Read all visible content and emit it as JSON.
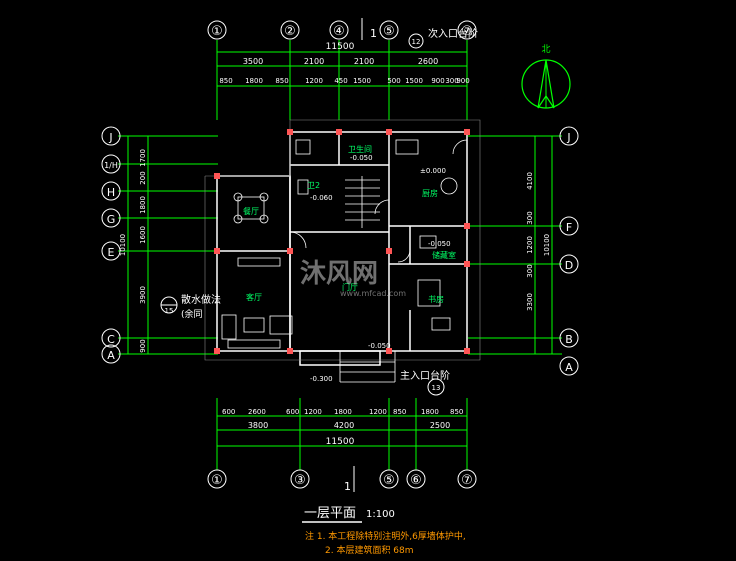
{
  "colors": {
    "background": "#000000",
    "dimension_line": "#00ff00",
    "axis_circle": "#ffffff",
    "wall": "#ffffff",
    "column": "#ff6666",
    "grid_line": "#ff3333",
    "room_text": "#00ff66",
    "note_text": "#ff9900",
    "axis_text": "#ffffff"
  },
  "axes_top": [
    "①",
    "②",
    "④",
    "⑤",
    "⑦"
  ],
  "axes_bottom": [
    "①",
    "③",
    "⑤",
    "⑥",
    "⑦"
  ],
  "axes_left": [
    "J",
    "1/H",
    "H",
    "G",
    "E",
    "C",
    "A"
  ],
  "axes_right": [
    "J",
    "F",
    "D",
    "B",
    "A"
  ],
  "dims_top_row1": [
    "3500",
    "2100",
    "2100",
    "2600"
  ],
  "dims_top_row2": [
    "850",
    "1800",
    "850",
    "1200",
    "450",
    "1500",
    "500",
    "1500",
    "900",
    "300",
    "900"
  ],
  "dims_top_total": "11500",
  "dims_bottom_row1": [
    "600",
    "2600",
    "600",
    "1200",
    "1800",
    "1200",
    "850",
    "1800",
    "850"
  ],
  "dims_bottom_row2": [
    "3800",
    "4200",
    "2500"
  ],
  "dims_bottom_total": "11500",
  "dims_left_row1": [
    "1700",
    "200",
    "1800",
    "1600",
    "3900",
    "900"
  ],
  "dims_left_total": "10100",
  "dims_right_row1": [
    "4100",
    "300",
    "1200",
    "300",
    "3300"
  ],
  "dims_right_total": "10100",
  "section_mark_top": "1",
  "section_mark_bottom": "1",
  "secondary_entrance": "次入口台阶",
  "secondary_entrance_ref": "12",
  "main_entrance": "主入口台阶",
  "main_entrance_ref": "13",
  "detail_ref": "15",
  "detail_label": "散水做法",
  "detail_sub": "(余同",
  "north_label": "北",
  "rooms": {
    "dining": "餐厅",
    "living": "客厅",
    "bathroom": "卫生间",
    "kitchen": "厨房",
    "toilet": "卫2",
    "study": "书房",
    "hall": "门厅",
    "storage": "储藏室"
  },
  "elevations": [
    "-0.050",
    "±0.000",
    "-0.060",
    "-0.050",
    "-0.050",
    "-0.300"
  ],
  "plan_title": "一层平面",
  "plan_scale": "1:100",
  "notes": [
    "注 1. 本工程除特别注明外,6厚墙体护中,",
    "2. 本层建筑面积 68m"
  ],
  "watermark": "沐风网",
  "watermark_url": "www.mfcad.com"
}
